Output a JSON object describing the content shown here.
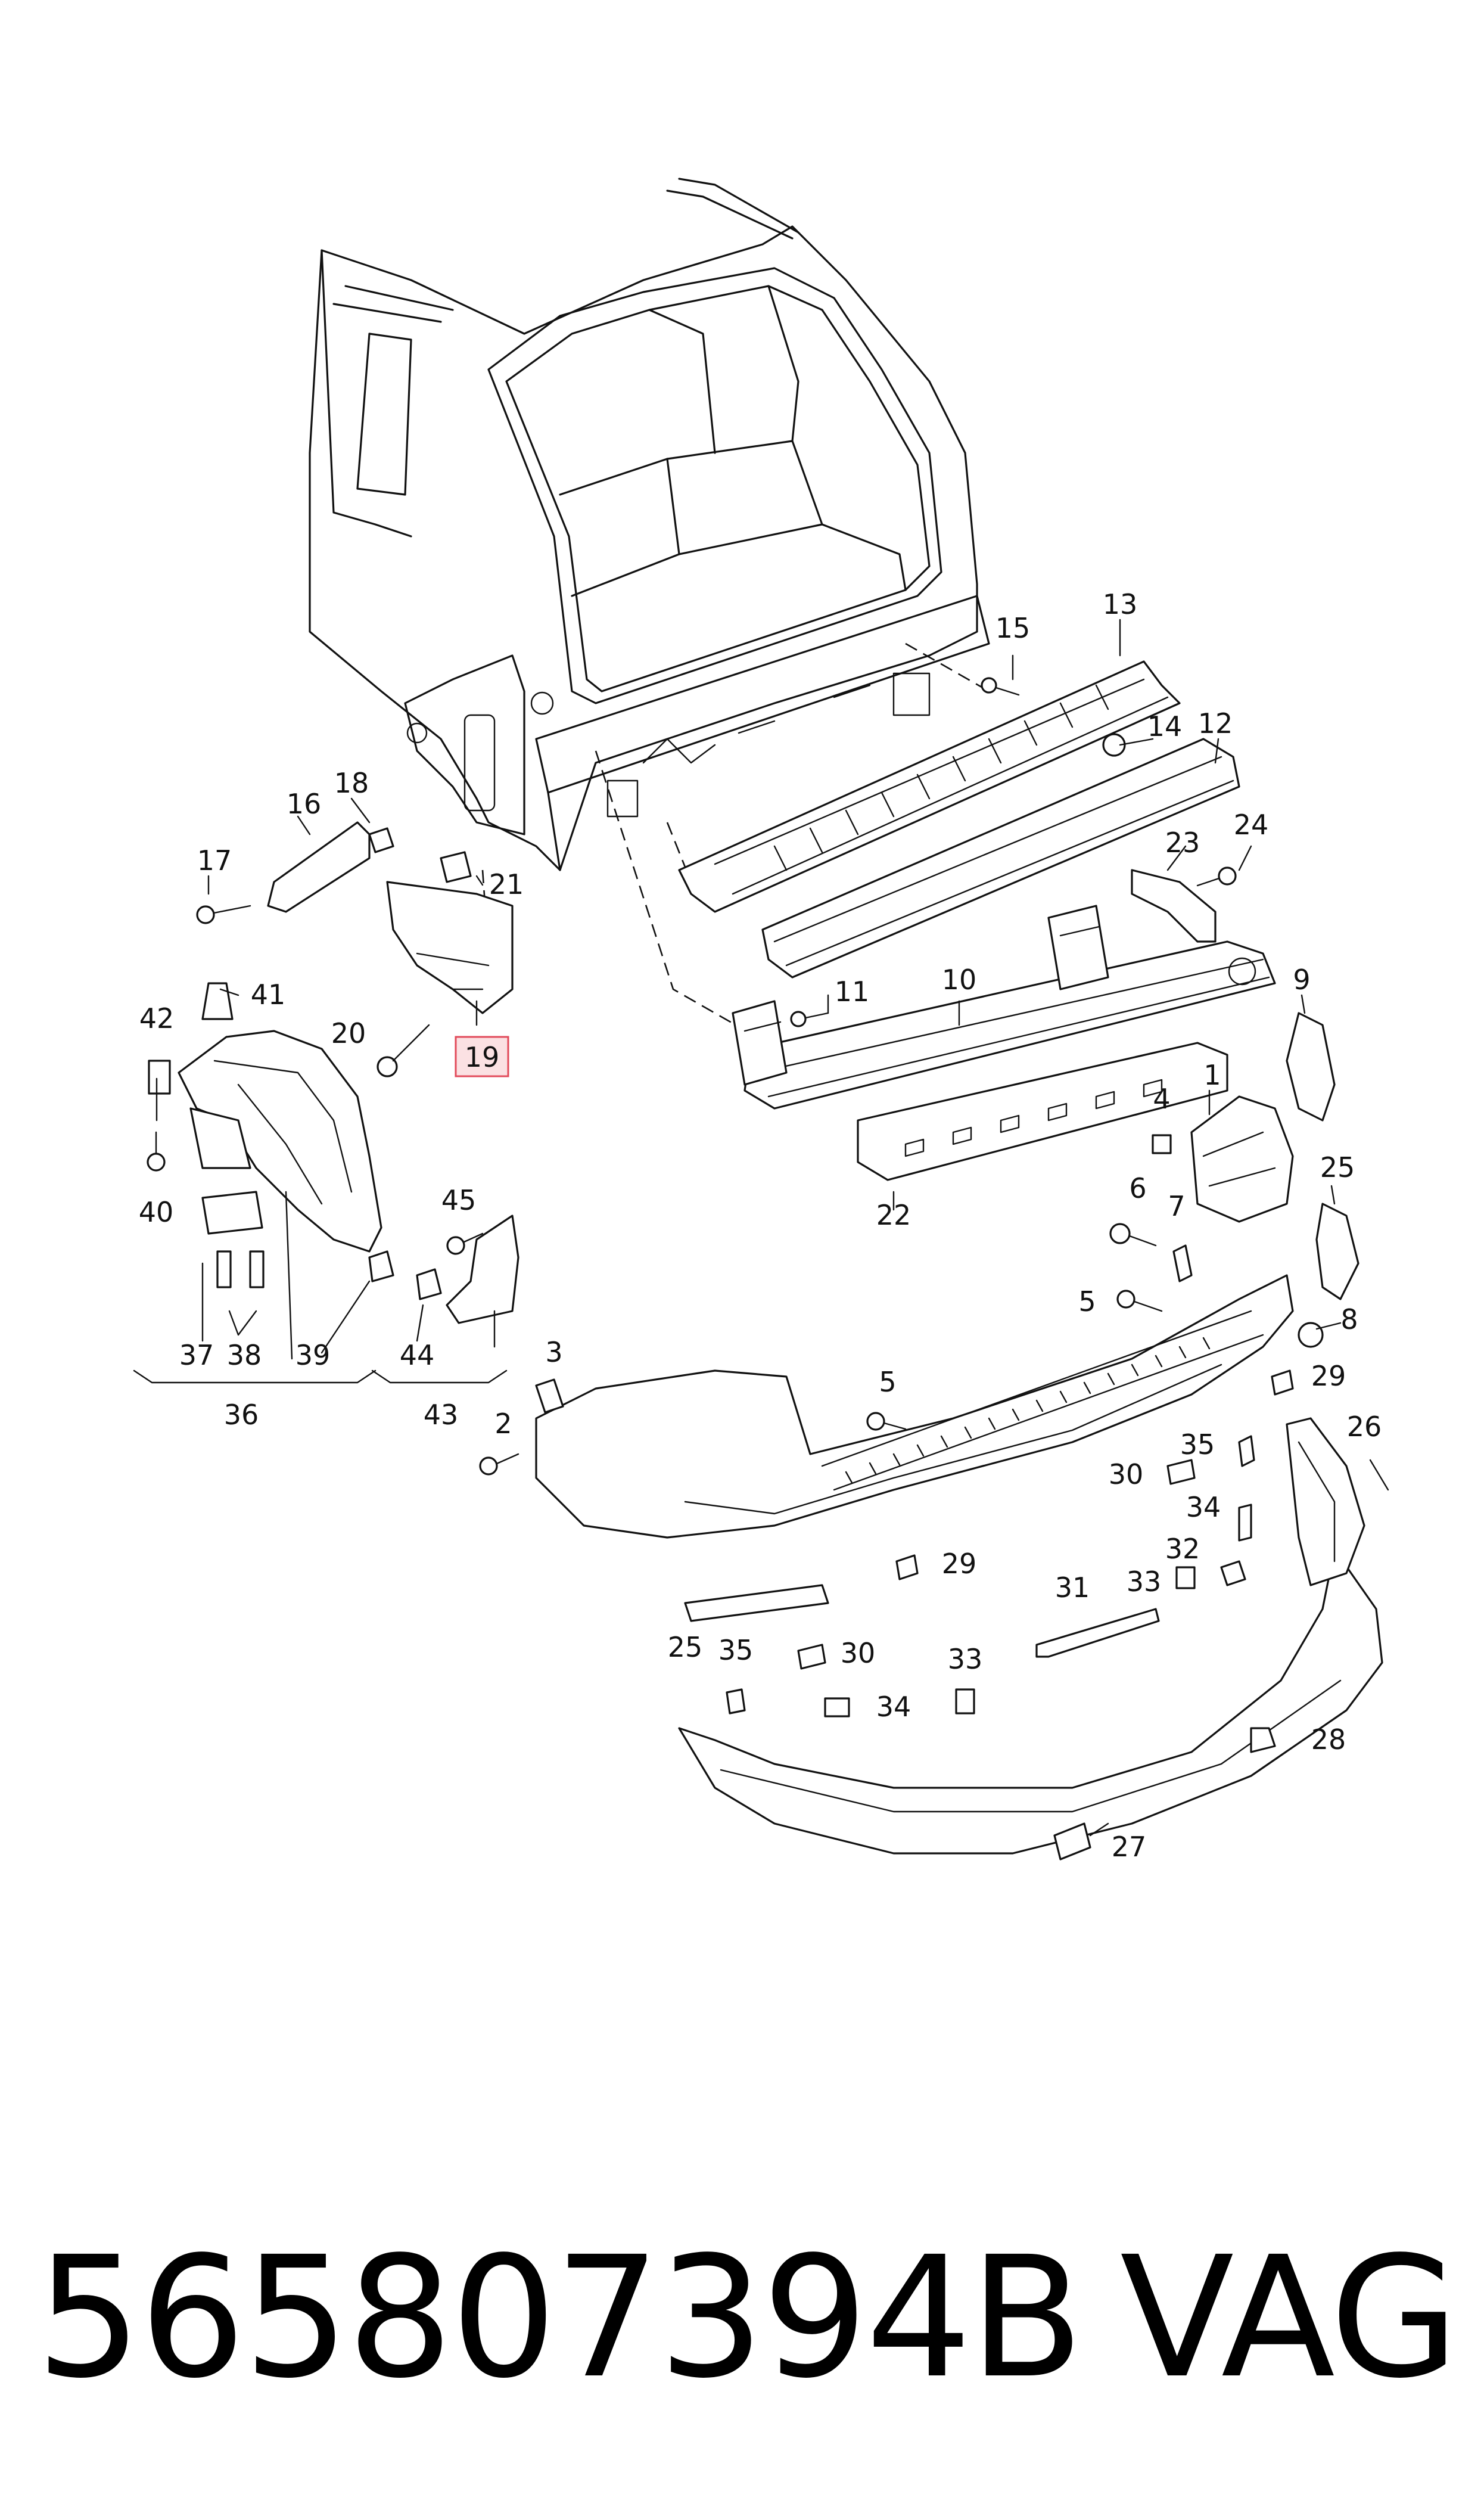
{
  "callouts": {
    "c1": "1",
    "c2": "2",
    "c3": "3",
    "c4": "4",
    "c5a": "5",
    "c5b": "5",
    "c6": "6",
    "c7": "7",
    "c8": "8",
    "c9": "9",
    "c10": "10",
    "c11": "11",
    "c12": "12",
    "c13": "13",
    "c14": "14",
    "c15": "15",
    "c16": "16",
    "c17": "17",
    "c18": "18",
    "c19": "19",
    "c20": "20",
    "c21": "21",
    "c22": "22",
    "c23": "23",
    "c24": "24",
    "c25a": "25",
    "c25b": "25",
    "c26": "26",
    "c27": "27",
    "c28": "28",
    "c29a": "29",
    "c29b": "29",
    "c30a": "30",
    "c30b": "30",
    "c31": "31",
    "c32": "32",
    "c33a": "33",
    "c33b": "33",
    "c34a": "34",
    "c34b": "34",
    "c35a": "35",
    "c35b": "35",
    "c36": "36",
    "c37": "37",
    "c38": "38",
    "c39": "39",
    "c40": "40",
    "c41": "41",
    "c42": "42",
    "c43": "43",
    "c44": "44",
    "c45": "45"
  },
  "highlight": {
    "part_callout": "19",
    "box_color": "#fbe1e3",
    "border_color": "#e24a5a"
  },
  "footer": {
    "part_number": "565807394B",
    "brand": "VAG"
  }
}
